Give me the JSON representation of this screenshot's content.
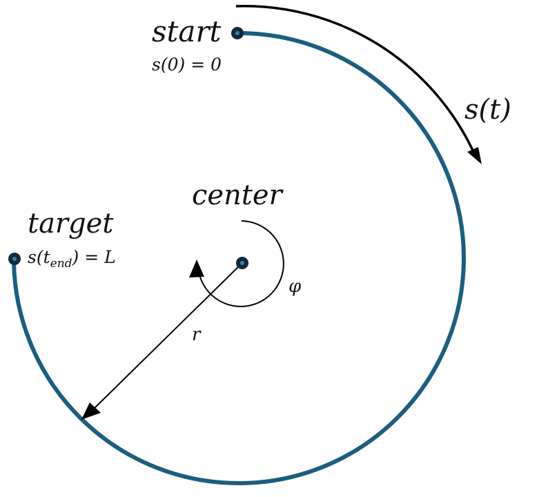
{
  "diagram": {
    "labels": {
      "start": "start",
      "start_eq": "s(0) = 0",
      "target": "target",
      "target_eq_s": "s(t",
      "target_eq_sub": "end",
      "target_eq_rest": ") = L",
      "center": "center",
      "arc_length": "s(t)",
      "radius": "r",
      "angle": "φ"
    },
    "colors": {
      "path": "#1a5e80",
      "point_fill": "#0f2a3a",
      "point_inner": "#3a7fa0",
      "arrow": "#000000"
    }
  }
}
